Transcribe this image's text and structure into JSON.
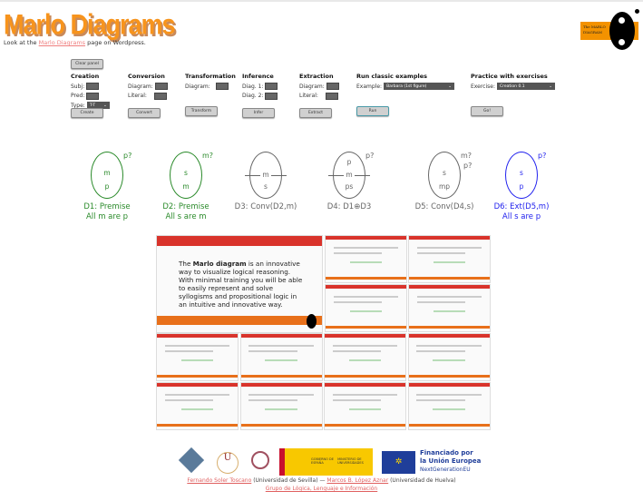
{
  "header": {
    "title": "Marlo Diagrams",
    "intro_prefix": "Look at the ",
    "intro_link": "Marlo Diagrams",
    "intro_suffix": " page on Wordpress.",
    "logo_text": "The MARLO DIAGRAM"
  },
  "panel": {
    "clear_label": "Clear panel",
    "creation": {
      "title": "Creation",
      "subj": "Subj:",
      "pred": "Pred:",
      "type": "Type:",
      "type_value": "T-T",
      "button": "Create"
    },
    "conversion": {
      "title": "Conversion",
      "diagram": "Diagram:",
      "literal": "Literal:",
      "button": "Convert"
    },
    "transformation": {
      "title": "Transformation",
      "diagram": "Diagram:",
      "button": "Transform"
    },
    "inference": {
      "title": "Inference",
      "diag1": "Diag. 1:",
      "diag2": "Diag. 2:",
      "button": "Infer"
    },
    "extraction": {
      "title": "Extraction",
      "diagram": "Diagram:",
      "literal": "Literal:",
      "button": "Extract"
    },
    "examples": {
      "title": "Run classic examples",
      "label": "Example:",
      "value": "Barbara (1st figure)",
      "button": "Run"
    },
    "exercises": {
      "title": "Practice with exercises",
      "label": "Exercise:",
      "value": "Creation 0.1",
      "button": "Go!"
    }
  },
  "diagrams": [
    {
      "q": [
        "p?"
      ],
      "top": "",
      "mid": "m",
      "bot": "p",
      "cap1": "D1: Premise",
      "cap2": "All m are p",
      "color": "#2a8a2a"
    },
    {
      "q": [
        "m?"
      ],
      "top": "",
      "mid": "s",
      "bot": "m",
      "cap1": "D2: Premise",
      "cap2": "All s are m",
      "color": "#2a8a2a"
    },
    {
      "q": [],
      "top": "",
      "mid": "m",
      "bot": "s",
      "cap1": "D3: Conv(D2,m)",
      "cap2": "",
      "color": "#666666"
    },
    {
      "q": [
        "p?"
      ],
      "top": "p",
      "mid": "m",
      "bot": "ps",
      "cap1": "D4: D1⊕D3",
      "cap2": "",
      "color": "#666666"
    },
    {
      "q": [
        "m?",
        "p?"
      ],
      "top": "",
      "mid": "s",
      "bot": "mp",
      "cap1": "D5: Conv(D4,s)",
      "cap2": "",
      "color": "#666666"
    },
    {
      "q": [
        "p?"
      ],
      "top": "",
      "mid": "s",
      "bot": "p",
      "cap1": "D6: Ext(D5,m)",
      "cap2": "All s are p",
      "color": "#2222ee"
    }
  ],
  "slide": {
    "pre": "The ",
    "bold": "Marlo diagram",
    "post": " is an innovative way to visualize logical reasoning. With minimal training you will be able to easily represent and solve syllogisms and propositional logic in an intuitive and innovative way."
  },
  "funding": {
    "line1": "Financiado por",
    "line2": "la Unión Europea",
    "line3": "NextGenerationEU",
    "gov1": "GOBIERNO DE ESPAÑA",
    "gov2": "MINISTERIO DE UNIVERSIDADES"
  },
  "footer": {
    "author1": "Fernando Soler Toscano",
    "aff1": " (Universidad de Sevilla) — ",
    "author2": "Marcos B. López Aznar",
    "aff2": " (Universidad de Huelva)",
    "group": "Grupo de Lógica, Lenguaje e Información"
  }
}
